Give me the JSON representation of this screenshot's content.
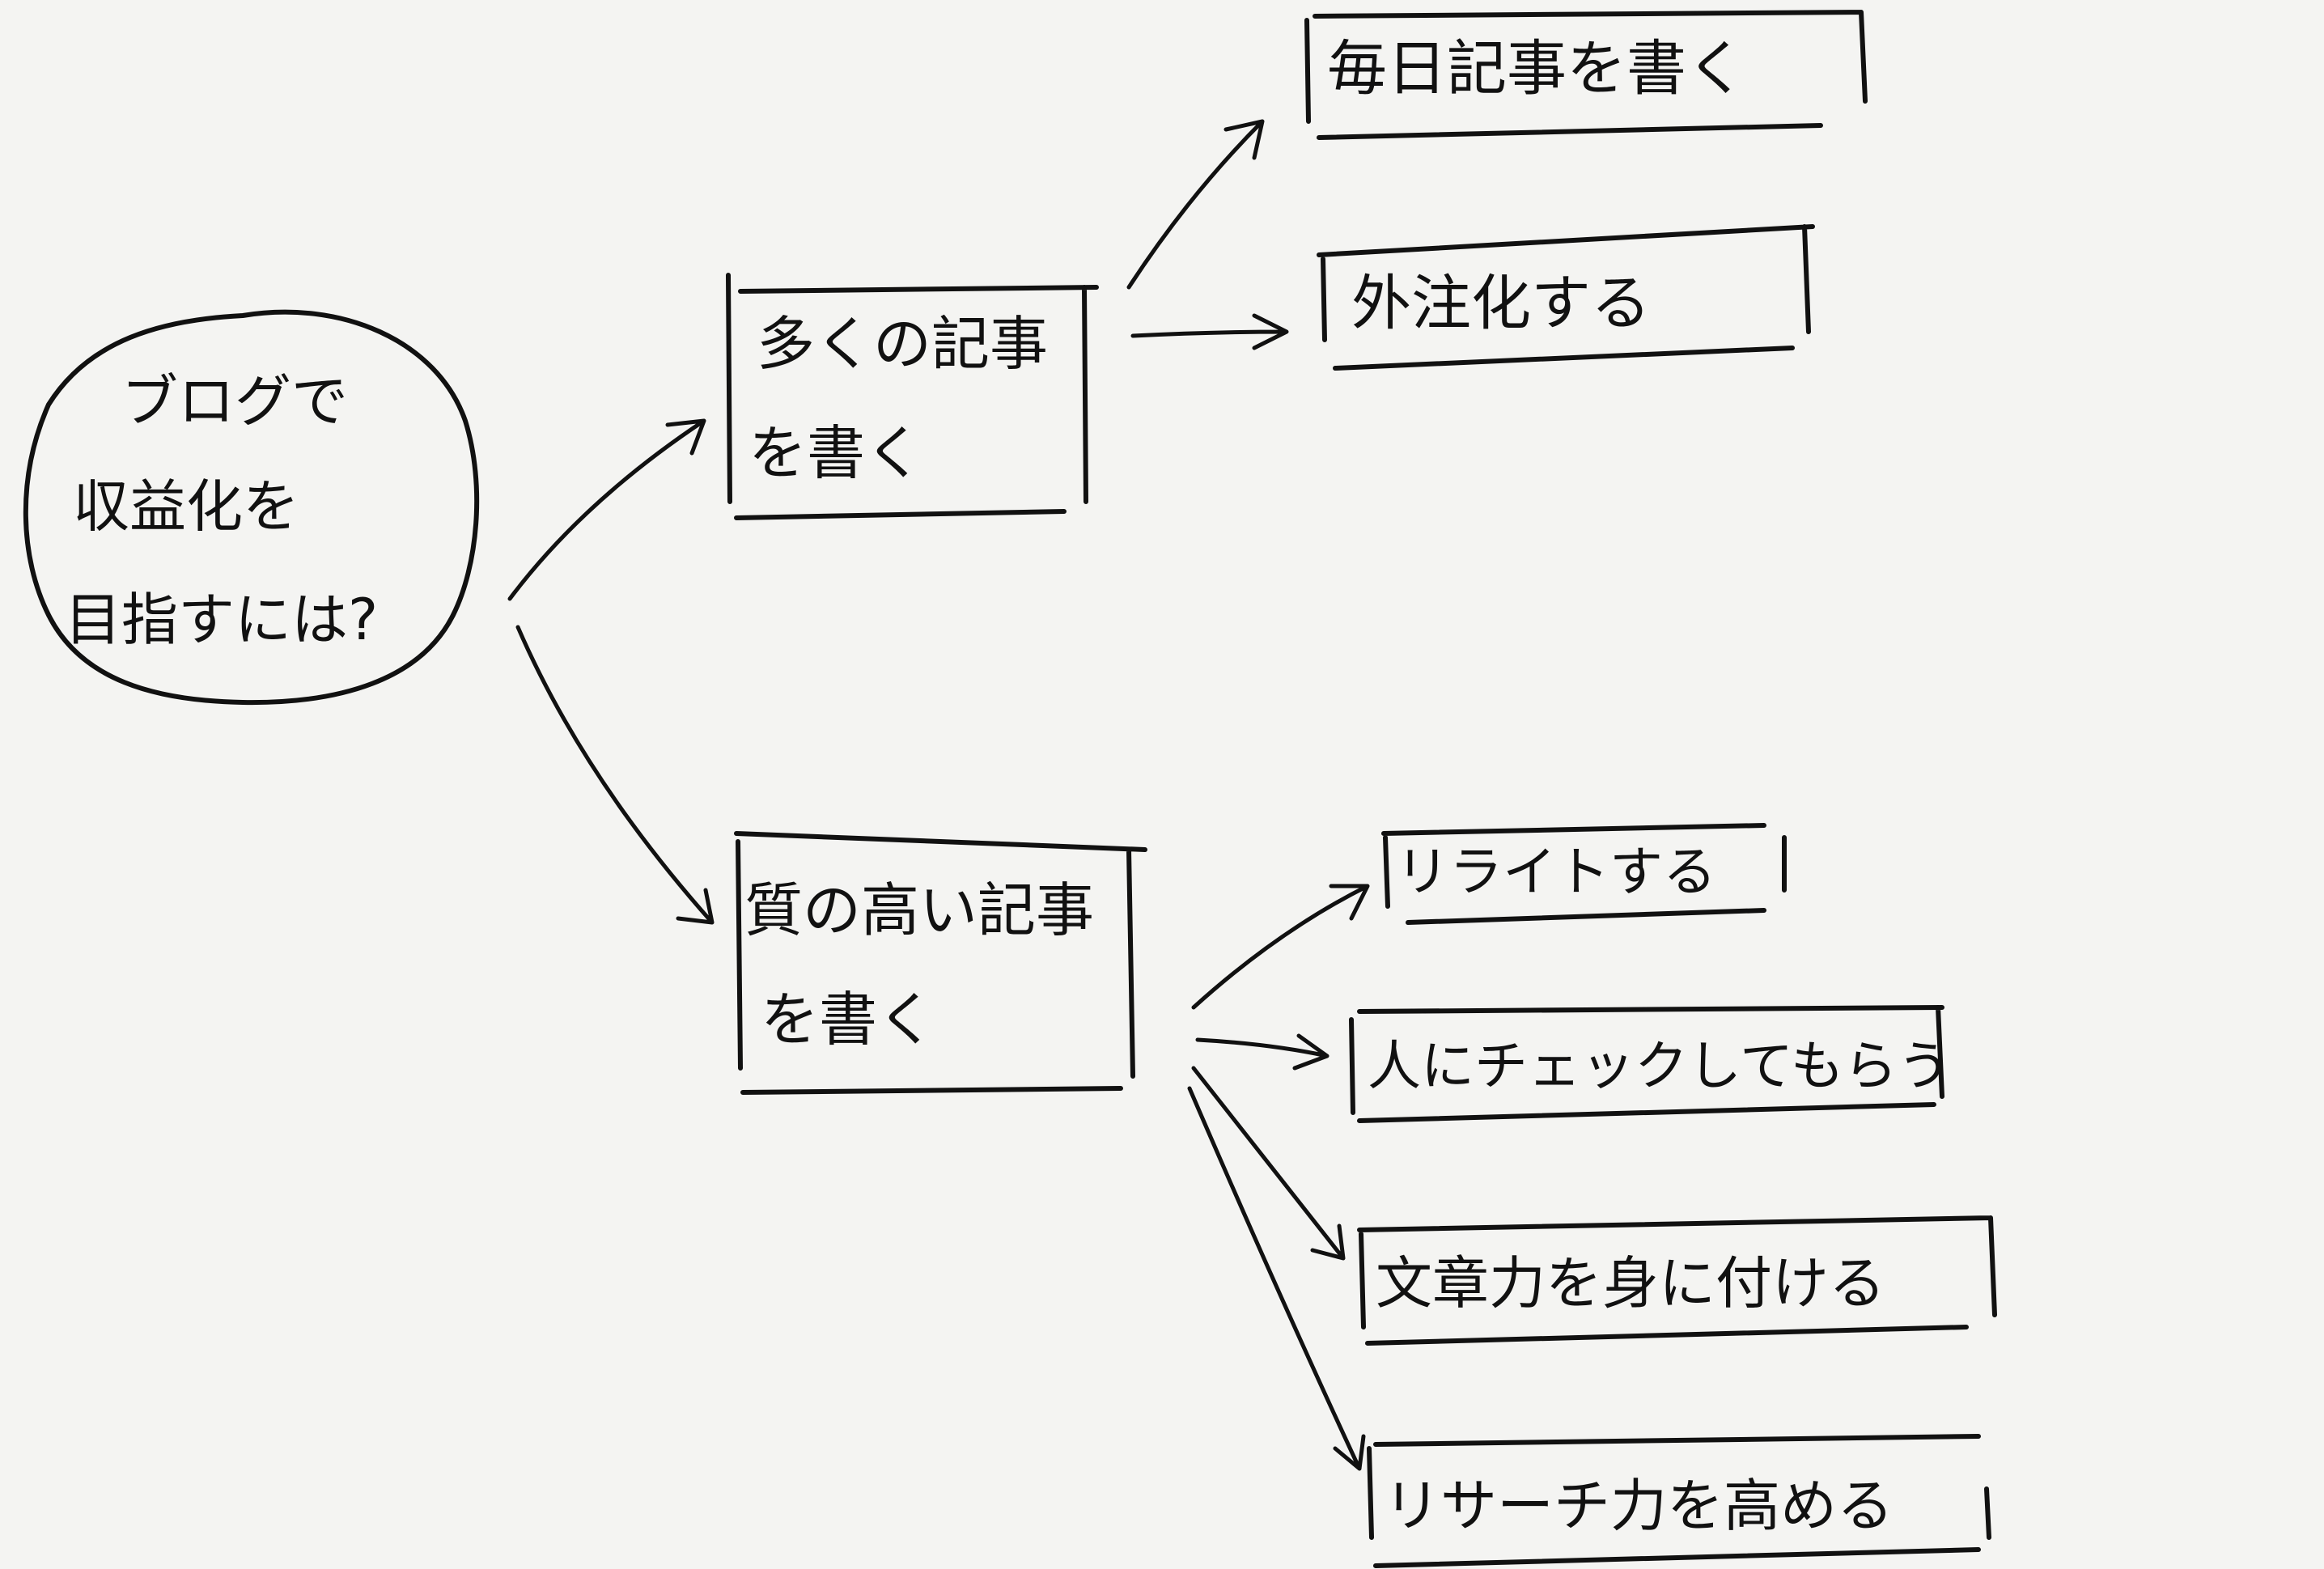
{
  "root": {
    "lines": [
      "ブログで",
      "収益化を",
      "目指すには?"
    ]
  },
  "branches": [
    {
      "lines": [
        "多くの記事",
        "を書く"
      ],
      "children": [
        {
          "label": "毎日記事を書く"
        },
        {
          "label": "外注化する"
        }
      ]
    },
    {
      "lines": [
        "質の高い記事",
        "を書く"
      ],
      "children": [
        {
          "label": "リライトする"
        },
        {
          "label": "人にチェックしてもらう"
        },
        {
          "label": "文章力を身に付ける"
        },
        {
          "label": "リサーチ力を高める"
        }
      ]
    }
  ]
}
